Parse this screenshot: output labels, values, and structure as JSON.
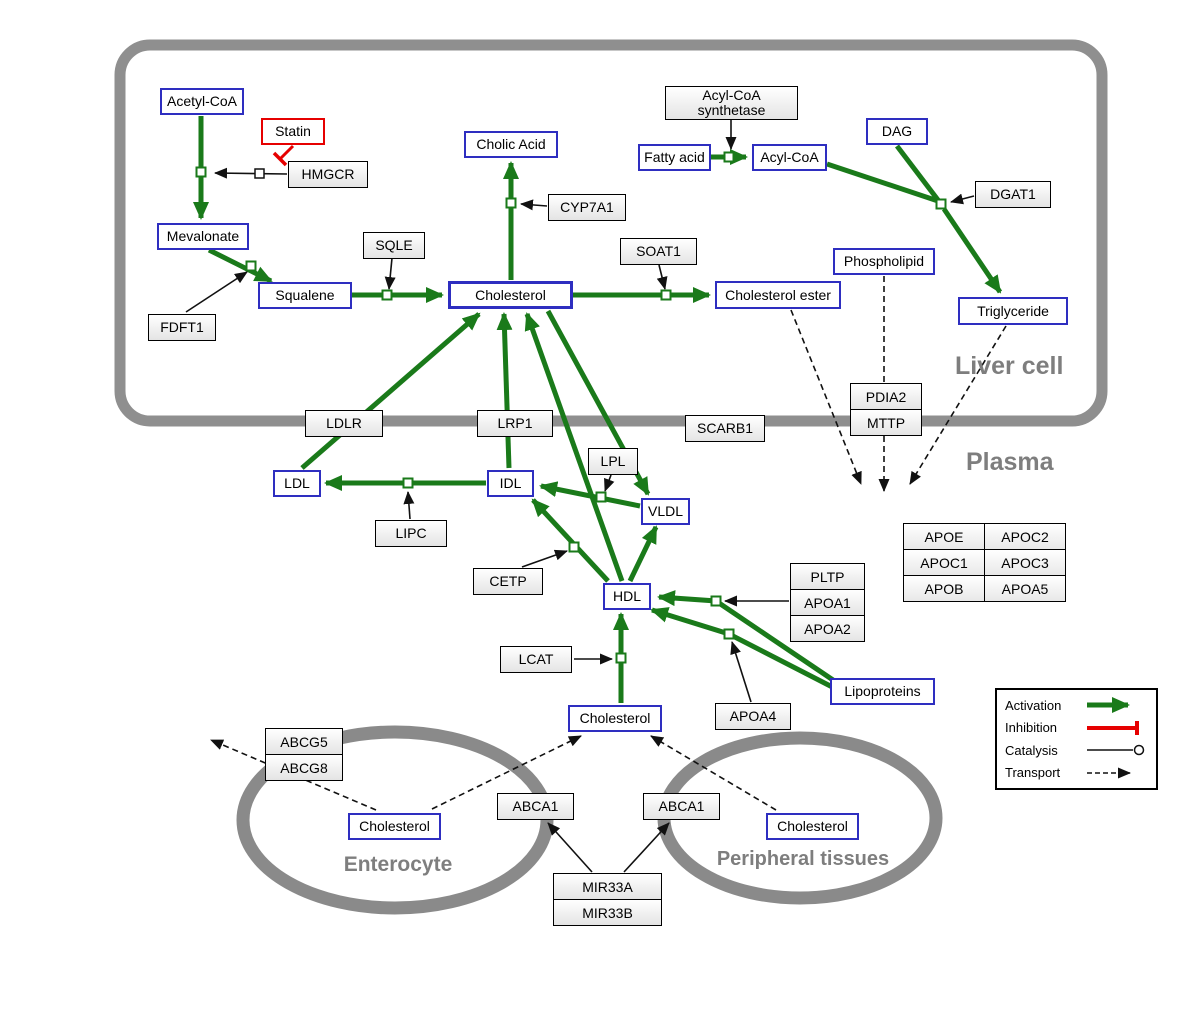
{
  "regions": {
    "liver": "Liver cell",
    "plasma": "Plasma",
    "enterocyte": "Enterocyte",
    "peripheral": "Peripheral tissues"
  },
  "nodes": {
    "acetyl_coa": "Acetyl-CoA",
    "statin": "Statin",
    "hmgcr": "HMGCR",
    "mevalonate": "Mevalonate",
    "fdft1": "FDFT1",
    "squalene": "Squalene",
    "sqle": "SQLE",
    "cholesterol": "Cholesterol",
    "cholic_acid": "Cholic Acid",
    "cyp7a1": "CYP7A1",
    "soat1": "SOAT1",
    "cholesterol_ester": "Cholesterol ester",
    "acyl_coa_synthetase": "Acyl-CoA\nsynthetase",
    "fatty_acid": "Fatty acid",
    "acyl_coa": "Acyl-CoA",
    "dag": "DAG",
    "dgat1": "DGAT1",
    "phospholipid": "Phospholipid",
    "triglyceride": "Triglyceride",
    "ldlr": "LDLR",
    "lrp1": "LRP1",
    "scarb1": "SCARB1",
    "pdia2": "PDIA2",
    "mttp": "MTTP",
    "ldl": "LDL",
    "idl": "IDL",
    "lipc": "LIPC",
    "lpl": "LPL",
    "vldl": "VLDL",
    "cetp": "CETP",
    "hdl": "HDL",
    "lcat": "LCAT",
    "pltp": "PLTP",
    "apoa1": "APOA1",
    "apoa2": "APOA2",
    "apoa4": "APOA4",
    "lipoproteins": "Lipoproteins",
    "abcg5": "ABCG5",
    "abcg8": "ABCG8",
    "abca1": "ABCA1",
    "mir33a": "MIR33A",
    "mir33b": "MIR33B"
  },
  "apo_table": [
    [
      "APOE",
      "APOC2"
    ],
    [
      "APOC1",
      "APOC3"
    ],
    [
      "APOB",
      "APOA5"
    ]
  ],
  "legend": {
    "activation": "Activation",
    "inhibition": "Inhibition",
    "catalysis": "Catalysis",
    "transport": "Transport"
  },
  "colors": {
    "activation_green": "#1a7a1a",
    "inhibition_red": "#e60000",
    "metabolite_blue": "#2e2ec0",
    "membrane_gray": "#8c8c8c"
  }
}
